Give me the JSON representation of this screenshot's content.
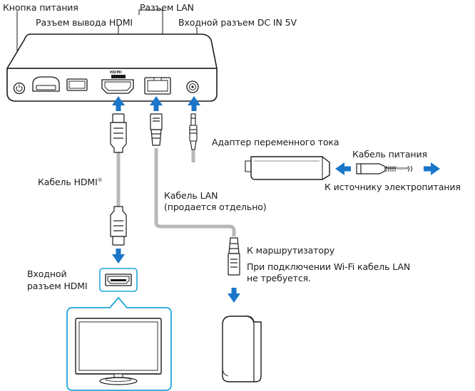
{
  "labels": {
    "power_button": "Кнопка питания",
    "hdmi_out_port": "Разъем вывода HDMI",
    "lan_port": "Разъем LAN",
    "dc_in_port": "Входной разъем DC IN 5V",
    "ac_adapter": "Адаптер переменного тока",
    "power_cable": "Кабель питания",
    "to_power_source": "К источнику электропитания",
    "hdmi_cable": "Кабель HDMI",
    "hdmi_cable_reg": "®",
    "lan_cable_line1": "Кабель LAN",
    "lan_cable_line2": "(продается отдельно)",
    "to_router": "К маршрутизатору",
    "wifi_note_line1": "При подключении Wi-Fi кабель LAN",
    "wifi_note_line2": "не требуется.",
    "hdmi_in_line1": "Входной",
    "hdmi_in_line2": "разъем HDMI",
    "hdmi_port_glyph": "HDMI"
  },
  "colors": {
    "arrow_blue": "#1b76c9",
    "tv_frame_blue": "#1ea7d6",
    "cable_gray": "#b8b8b8",
    "outline": "#1a1a1a"
  },
  "icons": [
    "power-icon",
    "hdmi-port-icon",
    "lan-port-icon",
    "dc-jack-icon",
    "arrow-up-icon",
    "arrow-down-icon",
    "arrow-left-icon",
    "arrow-right-icon"
  ]
}
